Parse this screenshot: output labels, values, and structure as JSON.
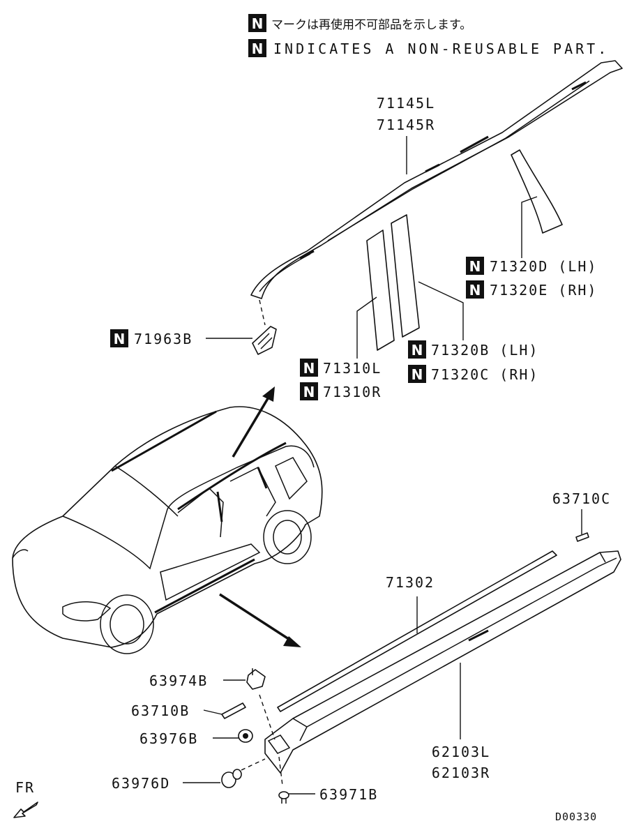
{
  "notes": {
    "jp": "マークは再使用不可部品を示します。",
    "en": "INDICATES A NON-REUSABLE PART.",
    "symbol": "N"
  },
  "labels": {
    "p71145": [
      "71145L",
      "71145R"
    ],
    "p71320DE": [
      "71320D (LH)",
      "71320E (RH)"
    ],
    "p71963": "71963B",
    "p71320BC": [
      "71320B (LH)",
      "71320C (RH)"
    ],
    "p71310": [
      "71310L",
      "71310R"
    ],
    "p63710C": "63710C",
    "p71302": "71302",
    "p63974B": "63974B",
    "p63710B": "63710B",
    "p63976B": "63976B",
    "p62103": [
      "62103L",
      "62103R"
    ],
    "p63976D": "63976D",
    "p63971B": "63971B",
    "fr": "FR",
    "code": "D00330"
  }
}
